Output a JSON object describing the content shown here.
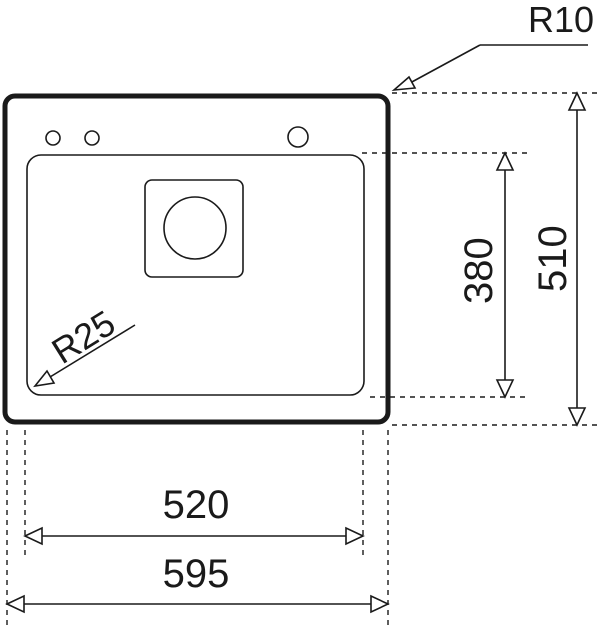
{
  "dimensions": {
    "corner_radius_outer": "R10",
    "corner_radius_bowl": "R25",
    "bowl_depth": "380",
    "overall_depth": "510",
    "bowl_width": "520",
    "overall_width": "595"
  }
}
